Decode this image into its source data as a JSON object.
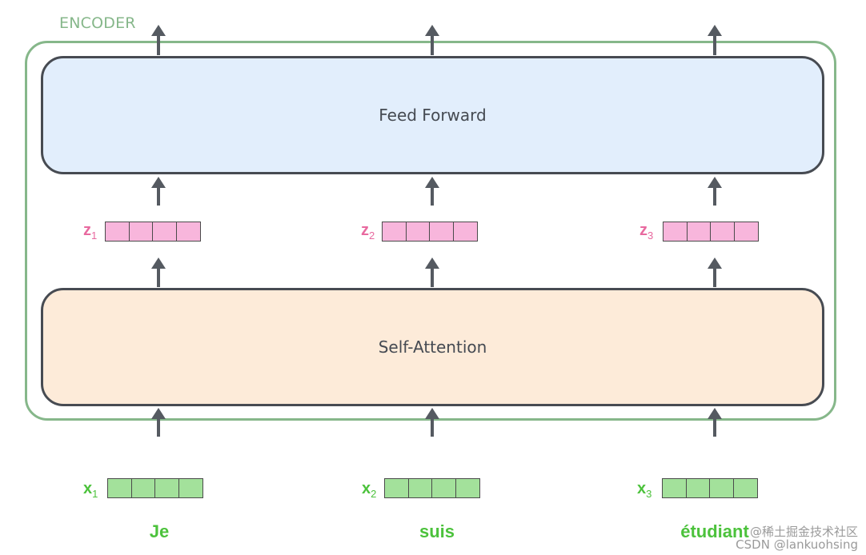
{
  "diagram": {
    "encoder_label": "ENCODER",
    "feed_forward_label": "Feed Forward",
    "self_attention_label": "Self-Attention",
    "z_vectors": [
      {
        "letter": "z",
        "sub": "1",
        "color": "#f8b6dc"
      },
      {
        "letter": "z",
        "sub": "2",
        "color": "#f8b6dc"
      },
      {
        "letter": "z",
        "sub": "3",
        "color": "#f8b6dc"
      }
    ],
    "x_vectors": [
      {
        "letter": "x",
        "sub": "1",
        "color": "#a3e19b"
      },
      {
        "letter": "x",
        "sub": "2",
        "color": "#a3e19b"
      },
      {
        "letter": "x",
        "sub": "3",
        "color": "#a3e19b"
      }
    ],
    "words": [
      "Je",
      "suis",
      "étudiant"
    ],
    "colors": {
      "encoder_border": "#86b78a",
      "feed_forward_fill": "#e2eefc",
      "self_attention_fill": "#fdebd9",
      "z_label": "#e8699f",
      "x_label": "#4cc23c"
    }
  },
  "watermark": {
    "line1": "@稀土掘金技术社区",
    "line2": "CSDN @lankuohsing"
  }
}
